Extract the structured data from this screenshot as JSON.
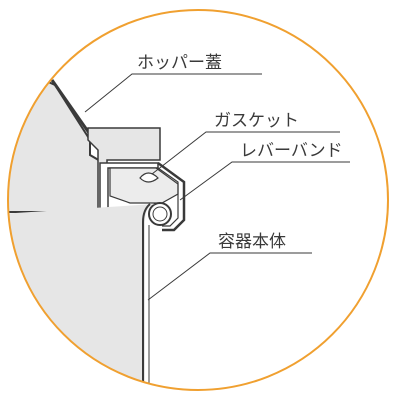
{
  "labels": {
    "hopper_lid": "ホッパー蓋",
    "gasket": "ガスケット",
    "lever_band": "レバーバンド",
    "container_body": "容器本体"
  },
  "colors": {
    "circle_border": "#f0a030",
    "outline": "#3a3a3a",
    "wall_fill": "#e6e6e6",
    "gasket_fill": "#ececec",
    "leader_line": "#3a3a3a"
  }
}
